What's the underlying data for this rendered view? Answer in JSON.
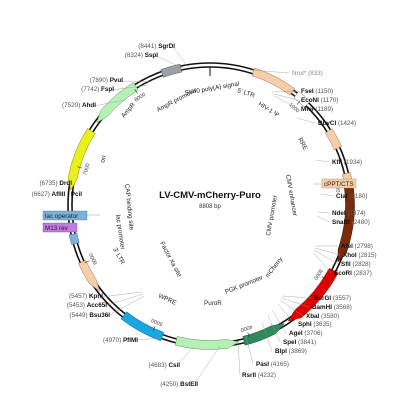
{
  "plasmid": {
    "name": "LV-CMV-mCherry-Puro",
    "length_label": "8808 bp",
    "length": 8808
  },
  "colors": {
    "ltr": "#f6cfa8",
    "hiv_psi": "#ffffff",
    "rre": "#f6cfa8",
    "cppt": "#f6cfa8",
    "cmv": "#7a2b0a",
    "mcherry": "#e00000",
    "pgk": "#2e8a5a",
    "puror": "#b7f0b7",
    "wpre": "#1aa7e0",
    "ori": "#e8f21a",
    "ampr": "#b7f0b7",
    "sv40": "#9aa0a8",
    "lac_op": "#7fb1d6",
    "m13": "#c27be0"
  },
  "features": [
    {
      "id": "ltr5",
      "label": "5' LTR"
    },
    {
      "id": "hiv",
      "label": "HIV-1 Ψ"
    },
    {
      "id": "rre",
      "label": "RRE"
    },
    {
      "id": "cppt",
      "label": "cPPT/CTS"
    },
    {
      "id": "cmv_enh",
      "label": "CMV enhancer"
    },
    {
      "id": "cmv_prom",
      "label": "CMV promoter"
    },
    {
      "id": "mcherry",
      "label": "mCherry"
    },
    {
      "id": "pgk",
      "label": "PGK promoter"
    },
    {
      "id": "puror",
      "label": "PuroR"
    },
    {
      "id": "wpre",
      "label": "WPRE"
    },
    {
      "id": "ltr3",
      "label": "3' LTR"
    },
    {
      "id": "lac_prom",
      "label": "lac promoter"
    },
    {
      "id": "cap",
      "label": "CAP binding site"
    },
    {
      "id": "factorxa",
      "label": "Factor Xa site"
    },
    {
      "id": "ori",
      "label": "ori"
    },
    {
      "id": "ampr",
      "label": "AmpR"
    },
    {
      "id": "ampr_prom",
      "label": "AmpR promoter"
    },
    {
      "id": "sv40",
      "label": "SV40 poly(A) signal"
    },
    {
      "id": "lacop",
      "label": "lac operator"
    },
    {
      "id": "m13",
      "label": "M13 rev"
    }
  ],
  "ticks": [
    "1000",
    "2000",
    "3000",
    "4000",
    "5000",
    "6000",
    "7000",
    "8000"
  ],
  "sites_right": [
    {
      "name": "NruI*",
      "pos": "(833)",
      "grey": true
    },
    {
      "name": "FseI",
      "pos": "(1150)"
    },
    {
      "name": "EcoNI",
      "pos": "(1170)"
    },
    {
      "name": "MfeI",
      "pos": "(1189)"
    },
    {
      "name": "BbvCI",
      "pos": "(1424)"
    },
    {
      "name": "KflI",
      "pos": "(1934)"
    },
    {
      "name": "ClaI",
      "pos": "(2180)"
    },
    {
      "name": "NdeI",
      "pos": "(2374)"
    },
    {
      "name": "SnaBI",
      "pos": "(2480)"
    },
    {
      "name": "AfeI",
      "pos": "(2798)"
    },
    {
      "name": "XhoI",
      "pos": "(2815)"
    },
    {
      "name": "SfiI",
      "pos": "(2828)"
    },
    {
      "name": "EcoRI",
      "pos": "(2837)"
    },
    {
      "name": "BsrGI",
      "pos": "(3557)"
    },
    {
      "name": "BamHI",
      "pos": "(3568)"
    },
    {
      "name": "XbaI",
      "pos": "(3580)"
    },
    {
      "name": "SphI",
      "pos": "(3635)"
    },
    {
      "name": "AgeI",
      "pos": "(3706)"
    },
    {
      "name": "SpeI",
      "pos": "(3841)"
    },
    {
      "name": "BlpI",
      "pos": "(3869)"
    },
    {
      "name": "PasI",
      "pos": "(4165)"
    },
    {
      "name": "RsrII",
      "pos": "(4232)"
    }
  ],
  "sites_bottom": [
    {
      "name": "BstEII",
      "pos": "(4250)"
    },
    {
      "name": "CsiI",
      "pos": "(4683)"
    },
    {
      "name": "PflMI",
      "pos": "(4970)"
    }
  ],
  "sites_left": [
    {
      "name": "SgrDI",
      "pos": "(8441)"
    },
    {
      "name": "SspI",
      "pos": "(8324)"
    },
    {
      "name": "PvuI",
      "pos": "(7890)"
    },
    {
      "name": "FspI",
      "pos": "(7742)"
    },
    {
      "name": "AhdI",
      "pos": "(7520)"
    },
    {
      "name": "DrdI",
      "pos": "(6735)"
    },
    {
      "name": "AflIII · PciI",
      "pos": "(6627)"
    },
    {
      "name": "KpnI",
      "pos": "(5457)"
    },
    {
      "name": "Acc65I",
      "pos": "(5453)"
    },
    {
      "name": "Bsu36I",
      "pos": "(5449)"
    }
  ]
}
